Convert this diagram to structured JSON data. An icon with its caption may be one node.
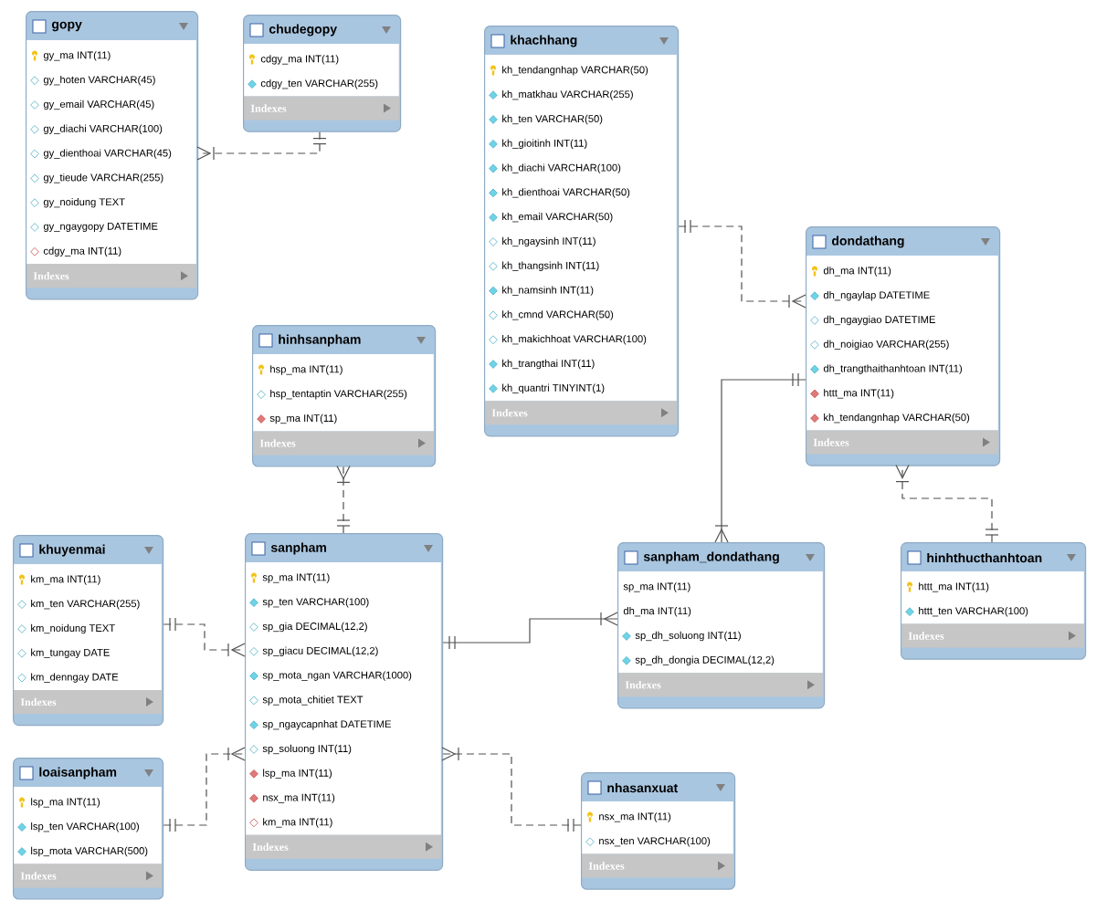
{
  "diagram": {
    "nodes": [
      {
        "text": [
          "gopy",
          "gy_ma INT(11)",
          "gy_hoten VARCHAR(45)",
          "gy_email VARCHAR(45)",
          "gy_diachi VARCHAR(100)",
          "gy_dienthoai VARCHAR(45)",
          "gy_tieude VARCHAR(255)",
          "gy_noidung TEXT",
          "gy_ngaygopy DATETIME",
          "cdgy_ma INT(11)",
          "Indexes"
        ]
      },
      {
        "text": [
          "chudegopy",
          "cdgy_ma INT(11)",
          "cdgy_ten VARCHAR(255)",
          "Indexes"
        ]
      },
      {
        "text": [
          "khachhang",
          "kh_tendangnhap VARCHAR(50)",
          "kh_matkhau VARCHAR(255)",
          "kh_ten VARCHAR(50)",
          "kh_gioitinh INT(11)",
          "kh_diachi VARCHAR(100)",
          "kh_dienthoai VARCHAR(50)",
          "kh_email VARCHAR(50)",
          "kh_ngaysinh INT(11)",
          "kh_thangsinh INT(11)",
          "kh_namsinh INT(11)",
          "kh_cmnd VARCHAR(50)",
          "kh_makichhoat VARCHAR(100)",
          "kh_trangthai INT(11)",
          "kh_quantri TINYINT(1)",
          "Indexes"
        ]
      },
      {
        "text": [
          "dondathang",
          "dh_ma INT(11)",
          "dh_ngaylap DATETIME",
          "dh_ngaygiao DATETIME",
          "dh_noigiao VARCHAR(255)",
          "dh_trangthaithanhtoan INT(11)",
          "httt_ma INT(11)",
          "kh_tendangnhap VARCHAR(50)",
          "Indexes"
        ]
      },
      {
        "text": [
          "hinhsanpham",
          "hsp_ma INT(11)",
          "hsp_tentaptin VARCHAR(255)",
          "sp_ma INT(11)",
          "Indexes"
        ]
      },
      {
        "text": [
          "khuyenmai",
          "km_ma INT(11)",
          "km_ten VARCHAR(255)",
          "km_noidung TEXT",
          "km_tungay DATE",
          "km_denngay DATE",
          "Indexes"
        ]
      },
      {
        "text": [
          "sanpham",
          "sp_ma INT(11)",
          "sp_ten VARCHAR(100)",
          "sp_gia DECIMAL(12,2)",
          "sp_giacu DECIMAL(12,2)",
          "sp_mota_ngan VARCHAR(1000)",
          "sp_mota_chitiet TEXT",
          "sp_ngaycapnhat DATETIME",
          "sp_soluong INT(11)",
          "lsp_ma INT(11)",
          "nsx_ma INT(11)",
          "km_ma INT(11)",
          "Indexes"
        ]
      },
      {
        "text": [
          "sanpham_dondathang",
          "sp_ma INT(11)",
          "dh_ma INT(11)",
          "sp_dh_soluong INT(11)",
          "sp_dh_dongia DECIMAL(12,2)",
          "Indexes"
        ]
      },
      {
        "text": [
          "hinhthucthanhtoan",
          "httt_ma INT(11)",
          "httt_ten VARCHAR(100)",
          "Indexes"
        ]
      },
      {
        "text": [
          "loaisanpham",
          "lsp_ma INT(11)",
          "lsp_ten VARCHAR(100)",
          "lsp_mota VARCHAR(500)",
          "Indexes"
        ]
      },
      {
        "text": [
          "nhasanxuat",
          "nsx_ma INT(11)",
          "nsx_ten VARCHAR(100)",
          "Indexes"
        ]
      }
    ],
    "edges": [
      {
        "from": 1,
        "to": 0,
        "arrow": "other",
        "style": "dashed"
      },
      {
        "from": 2,
        "to": 3,
        "arrow": "other",
        "style": "dashed"
      },
      {
        "from": 3,
        "to": 7,
        "arrow": "other"
      },
      {
        "from": 6,
        "to": 7,
        "arrow": "other"
      },
      {
        "from": 6,
        "to": 4,
        "arrow": "other",
        "style": "dashed"
      },
      {
        "from": 8,
        "to": 3,
        "arrow": "other",
        "style": "dashed"
      },
      {
        "from": 5,
        "to": 6,
        "arrow": "other",
        "style": "dashed"
      },
      {
        "from": 9,
        "to": 6,
        "arrow": "other",
        "style": "dashed"
      },
      {
        "from": 10,
        "to": 6,
        "arrow": "other",
        "style": "dashed"
      }
    ]
  }
}
